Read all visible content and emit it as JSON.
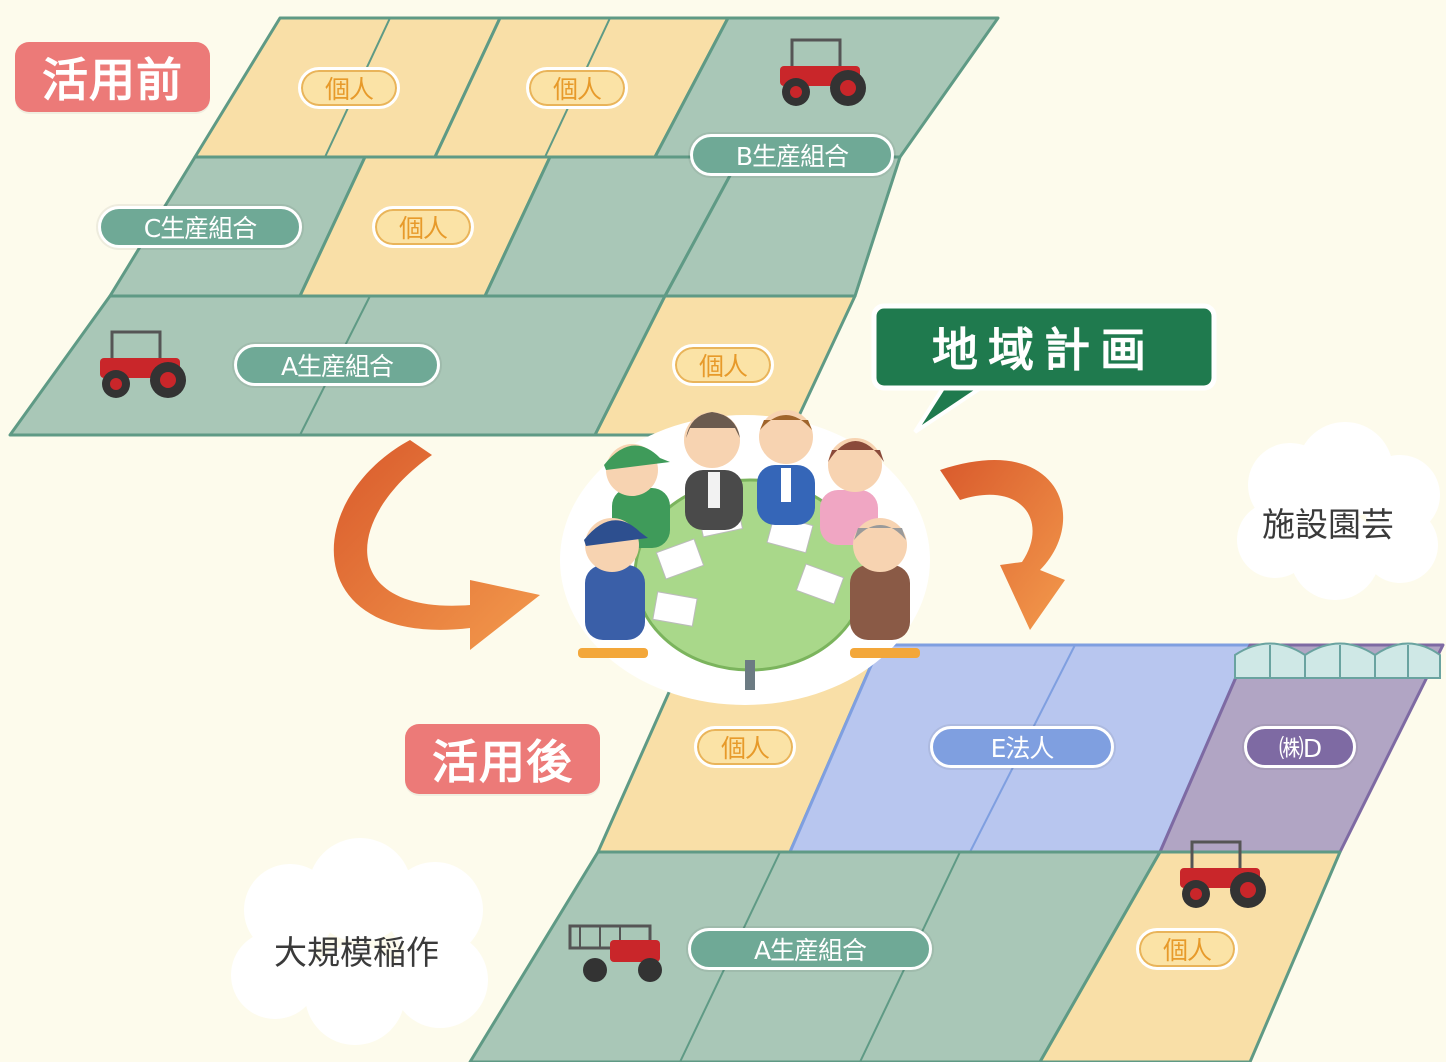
{
  "before_label": "活用前",
  "after_label": "活用後",
  "plan_label": "地域計画",
  "clouds": {
    "greenhouse": "施設園芸",
    "rice": "大規模稲作"
  },
  "before_parcels": {
    "kojin_1": "個人",
    "kojin_2": "個人",
    "kojin_3": "個人",
    "kojin_4": "個人",
    "b_kumiai": "B生産組合",
    "c_kumiai": "C生産組合",
    "a_kumiai": "A生産組合"
  },
  "after_parcels": {
    "kojin_1": "個人",
    "e_hojin": "E法人",
    "kabu_d": "㈱D",
    "a_kumiai": "A生産組合",
    "kojin_2": "個人"
  },
  "colors": {
    "individual_fill": "#f9dfa7",
    "cooperative_fill": "#a9c7b7",
    "corporation_fill": "#b8c6ef",
    "company_fill": "#b1a5c4",
    "before_tag": "#ec7a78",
    "plan_tag": "#1f7a4e",
    "arrow": "#ee8545"
  }
}
